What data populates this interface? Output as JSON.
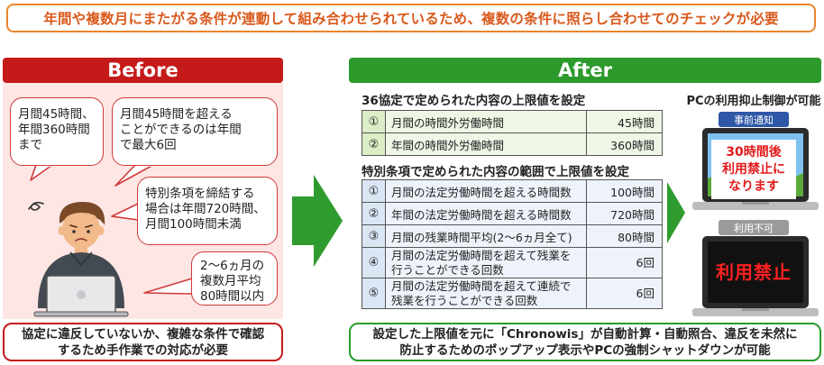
{
  "banner": "年間や複数月にまたがる条件が連動して組み合わせられているため、複数の条件に照らし合わせてのチェックが必要",
  "before": {
    "header": "Before",
    "bubbles": [
      [
        "月間45時間、",
        "年間360時間",
        "まで"
      ],
      [
        "月間45時間を超える",
        "ことができるのは年間",
        "で最大6回"
      ],
      [
        "特別条項を締結する",
        "場合は年間720時間、",
        "月間100時間未満"
      ],
      [
        "2～6ヵ月の",
        "複数月平均",
        "80時間以内"
      ]
    ],
    "note": [
      "協定に違反していないか、複雑な条件で確認",
      "するため手作業での対応が必要"
    ]
  },
  "after": {
    "header": "After",
    "section1_title": "36協定で定められた内容の上限値を設定",
    "table1": [
      {
        "num": "①",
        "label": "月間の時間外労働時間",
        "value": "45時間"
      },
      {
        "num": "②",
        "label": "年間の時間外労働時間",
        "value": "360時間"
      }
    ],
    "section2_title": "特別条項で定められた内容の範囲で上限値を設定",
    "table2": [
      {
        "num": "①",
        "label": "月間の法定労働時間を超える時間数",
        "value": "100時間"
      },
      {
        "num": "②",
        "label": "年間の法定労働時間を超える時間数",
        "value": "720時間"
      },
      {
        "num": "③",
        "label": "月間の残業時間平均(2～6ヵ月全て)",
        "value": "80時間"
      },
      {
        "num": "④",
        "label": "月間の法定労働時間を超えて残業を行うことができる回数",
        "label_lines": [
          "月間の法定労働時間を超えて残業を",
          "行うことができる回数"
        ],
        "value": "6回"
      },
      {
        "num": "⑤",
        "label": "月間の法定労働時間を超えて連続で残業を行うことができる回数",
        "label_lines": [
          "月間の法定労働時間を超えて連続で",
          "残業を行うことができる回数"
        ],
        "value": "6回"
      }
    ],
    "note": [
      "設定した上限値を元に「Chronowis」が自動計算・自動照合、違反を未然に",
      "防止するためのポップアップ表示やPCの強制シャットダウンが可能"
    ]
  },
  "pc": {
    "title": "PCの利用抑止制御が可能",
    "notice_label": "事前通知",
    "notice_message": [
      "30時間後",
      "利用禁止に",
      "なります"
    ],
    "blocked_label": "利用不可",
    "blocked_message": "利用禁止"
  },
  "colors": {
    "banner_border": "#e8862b",
    "banner_text": "#d9591c",
    "before_red": "#c51a1a",
    "before_bg": "#fde6e4",
    "after_green": "#2b9a2b",
    "notice_blue": "#2e57a6",
    "warning_red": "#e21a1a"
  }
}
